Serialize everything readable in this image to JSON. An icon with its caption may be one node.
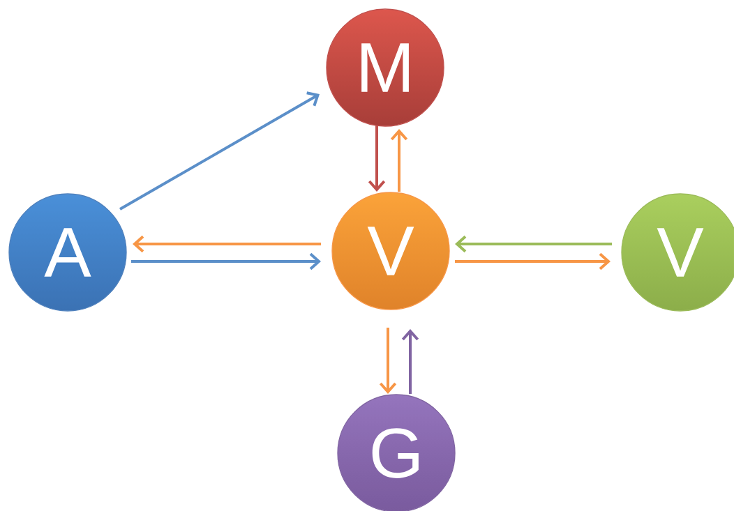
{
  "diagram": {
    "nodes": [
      {
        "text": [
          "M"
        ]
      },
      {
        "text": [
          "A"
        ]
      },
      {
        "text": [
          "V"
        ]
      },
      {
        "text": [
          "V"
        ]
      },
      {
        "text": [
          "G"
        ]
      }
    ],
    "edges": [
      {
        "from": 1,
        "to": 0,
        "arrow": "to",
        "color": "#5b8fc9"
      },
      {
        "from": 0,
        "to": 2,
        "arrow": "to",
        "color": "#c0504d"
      },
      {
        "from": 2,
        "to": 0,
        "arrow": "to"
      },
      {
        "from": 2,
        "to": 1,
        "arrow": "to"
      },
      {
        "from": 1,
        "to": 2,
        "arrow": "to",
        "color": "#5b8fc9"
      },
      {
        "from": 3,
        "to": 2,
        "arrow": "to",
        "color": "#9bbb59"
      },
      {
        "from": 2,
        "to": 3,
        "arrow": "to"
      },
      {
        "from": 2,
        "to": 4,
        "arrow": "to"
      },
      {
        "from": 4,
        "to": 2,
        "arrow": "to",
        "color": "#8064a2"
      }
    ]
  }
}
